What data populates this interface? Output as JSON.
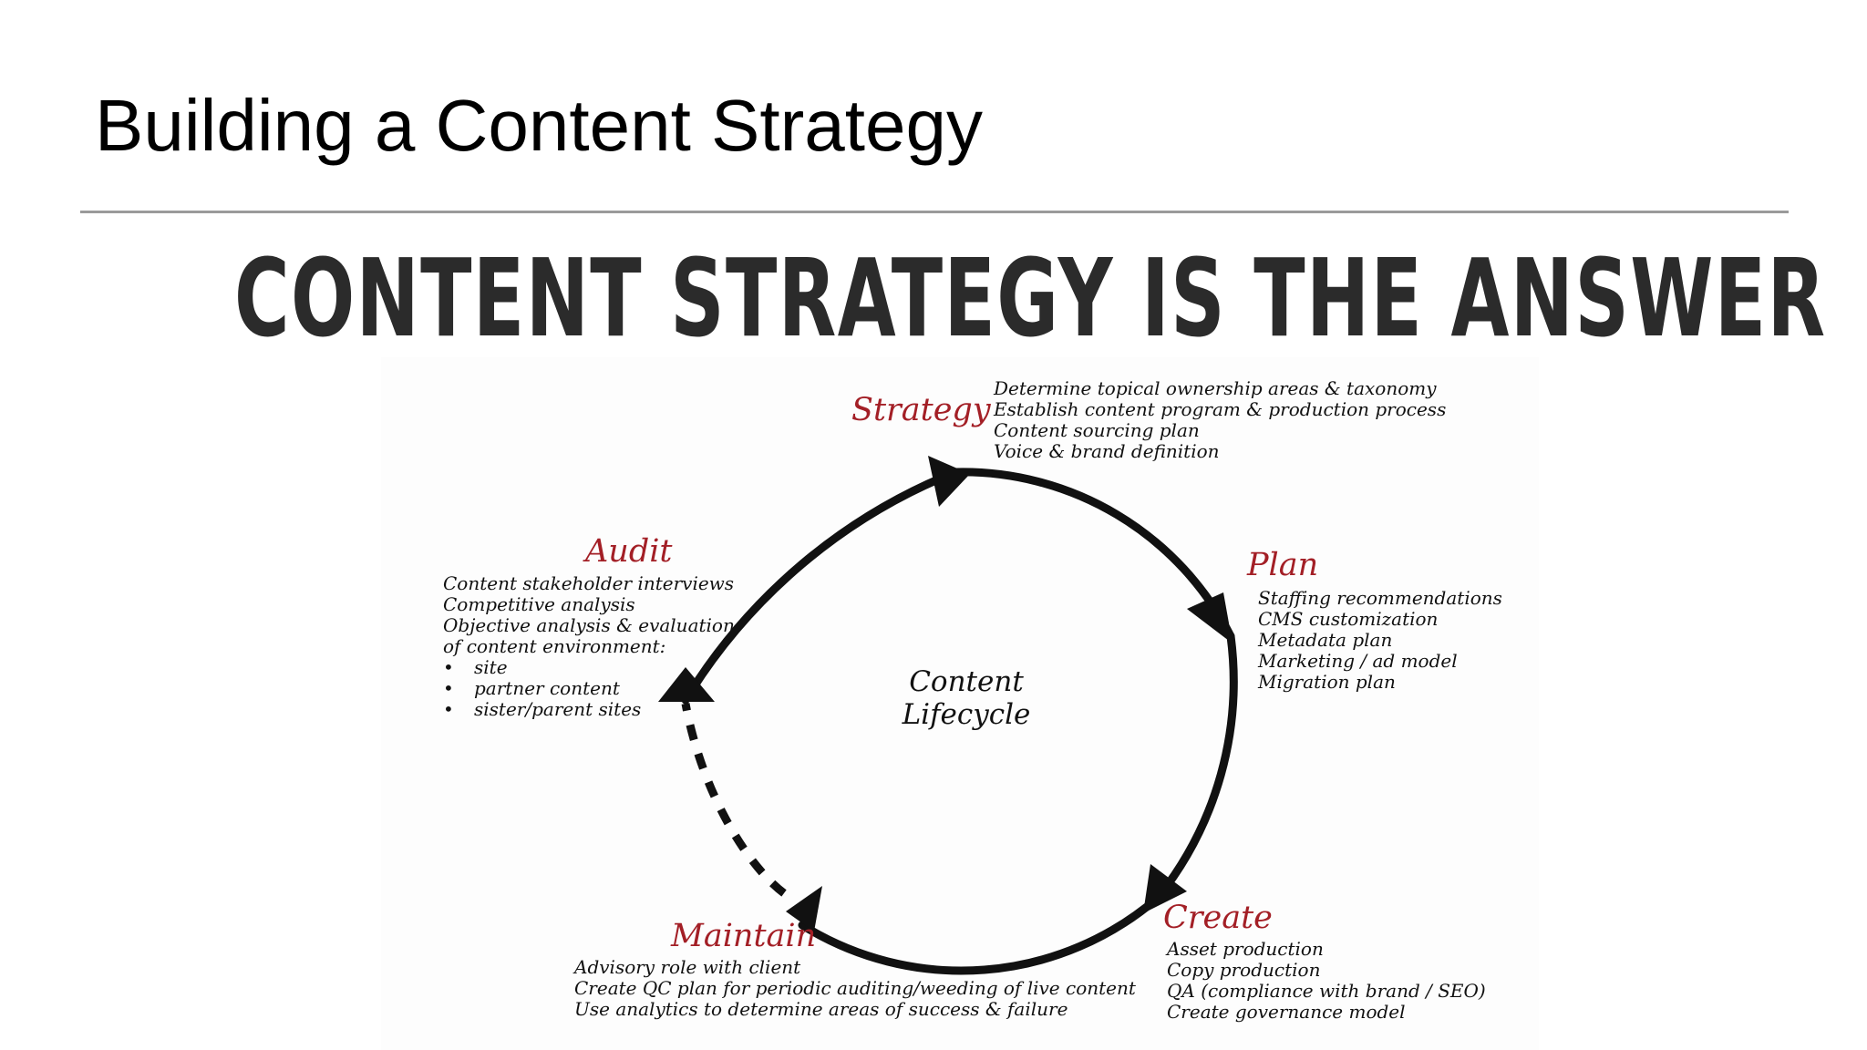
{
  "slide": {
    "title": "Building a Content Strategy"
  },
  "figure": {
    "banner": "CONTENT STRATEGY IS THE ANSWER",
    "center_label_line1": "Content",
    "center_label_line2": "Lifecycle",
    "colors": {
      "stage_label": "#a31f26",
      "cycle_stroke": "#111111",
      "banner_text": "#2b2b2b",
      "rule": "#9a9a9a"
    },
    "stages": {
      "strategy": {
        "label": "Strategy",
        "items": [
          "Determine topical ownership areas & taxonomy",
          "Establish content program & production process",
          "Content sourcing plan",
          "Voice & brand definition"
        ]
      },
      "plan": {
        "label": "Plan",
        "items": [
          "Staffing recommendations",
          "CMS customization",
          "Metadata plan",
          "Marketing / ad model",
          "Migration plan"
        ]
      },
      "create": {
        "label": "Create",
        "items": [
          "Asset production",
          "Copy production",
          "QA (compliance with brand / SEO)",
          "Create governance model"
        ]
      },
      "maintain": {
        "label": "Maintain",
        "items": [
          "Advisory role with client",
          "Create QC plan for periodic auditing/weeding of live content",
          "Use analytics to determine areas of success & failure"
        ]
      },
      "audit": {
        "label": "Audit",
        "items": [
          "Content stakeholder interviews",
          "Competitive analysis",
          "Objective analysis & evaluation",
          "of content environment:"
        ],
        "bullets": [
          "site",
          "partner content",
          "sister/parent sites"
        ]
      }
    }
  }
}
